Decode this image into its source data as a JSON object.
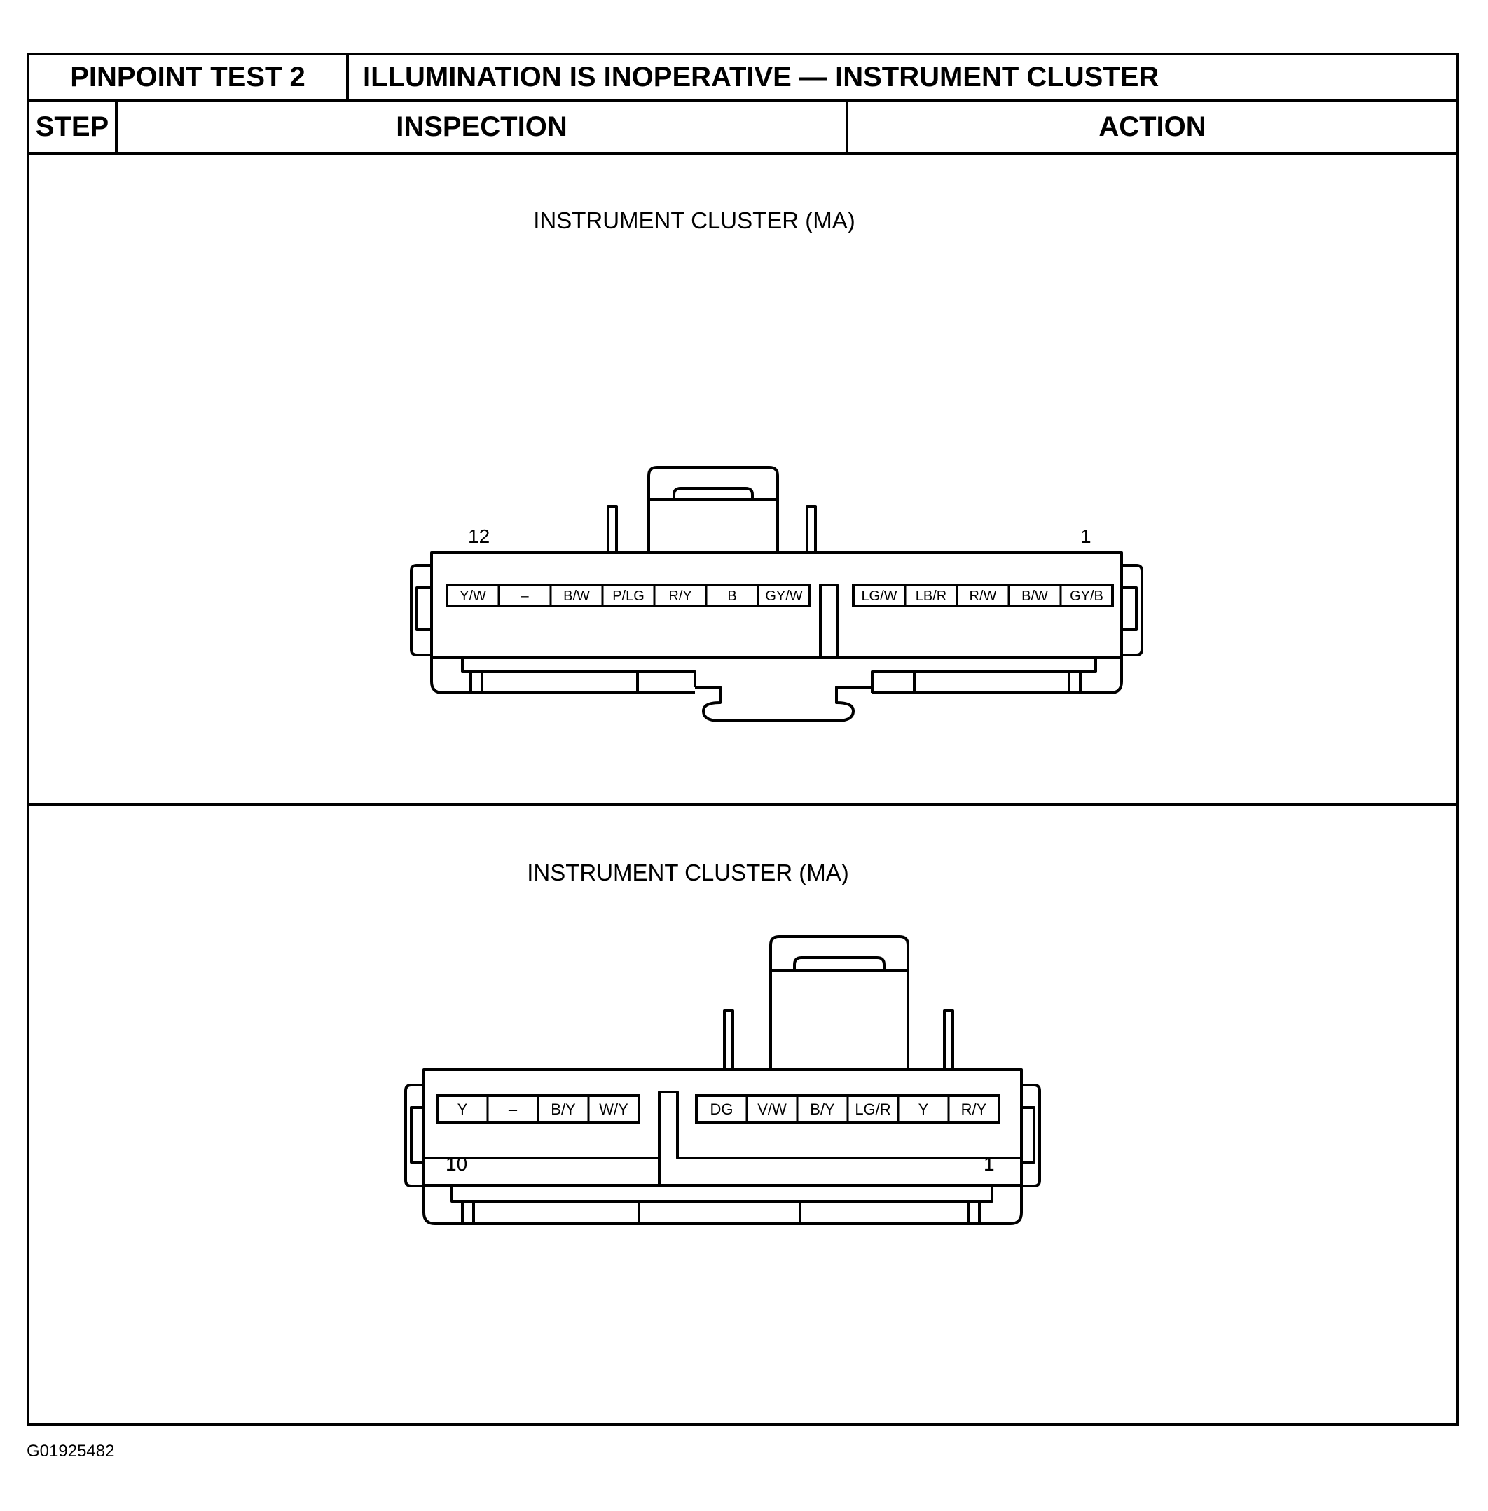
{
  "header": {
    "test_label": "PINPOINT TEST 2",
    "title": "ILLUMINATION IS INOPERATIVE — INSTRUMENT CLUSTER",
    "col_step": "STEP",
    "col_inspection": "INSPECTION",
    "col_action": "ACTION"
  },
  "connector_a": {
    "caption": "INSTRUMENT CLUSTER (MA)",
    "pin_left_number": "12",
    "pin_right_number": "1",
    "left_pins": [
      "Y/W",
      "–",
      "B/W",
      "P/LG",
      "R/Y",
      "B",
      "GY/W"
    ],
    "right_pins": [
      "LG/W",
      "LB/R",
      "R/W",
      "B/W",
      "GY/B"
    ]
  },
  "connector_b": {
    "caption": "INSTRUMENT CLUSTER (MA)",
    "pin_left_number": "10",
    "pin_right_number": "1",
    "left_pins": [
      "Y",
      "–",
      "B/Y",
      "W/Y"
    ],
    "right_pins": [
      "DG",
      "V/W",
      "B/Y",
      "LG/R",
      "Y",
      "R/Y"
    ]
  },
  "figure_id": "G01925482"
}
